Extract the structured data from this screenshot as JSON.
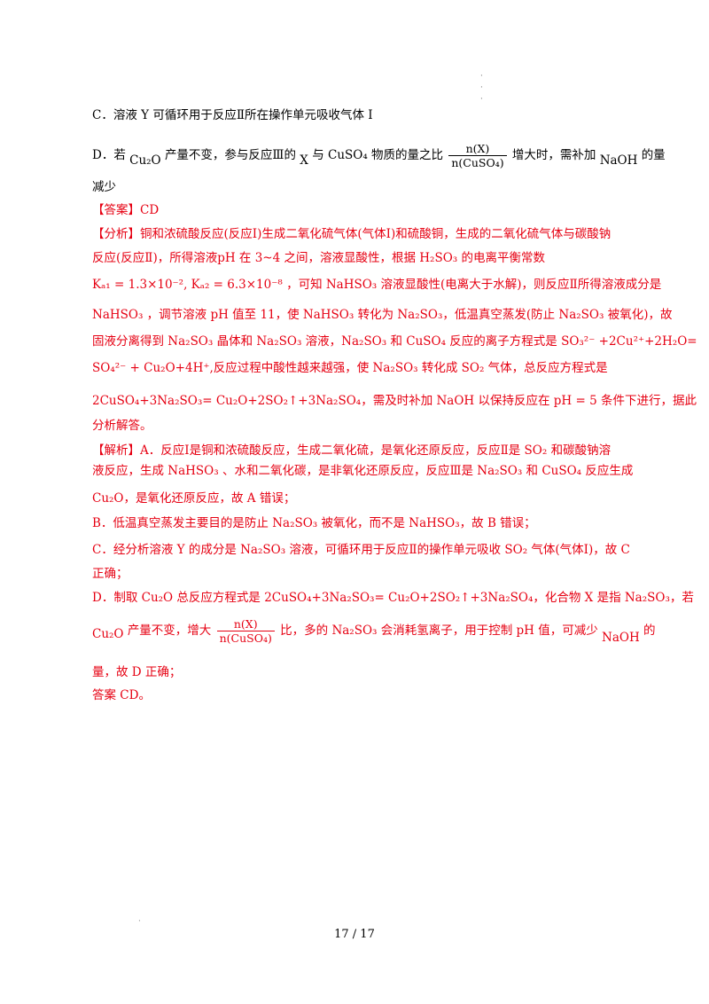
{
  "option_c": "C．溶液 Y 可循环用于反应Ⅱ所在操作单元吸收气体 I",
  "option_d": {
    "p1": "D．若",
    "p2": "Cu₂O",
    "p3": "产量不变，参与反应Ⅲ的",
    "p4": "X",
    "p5": "与",
    "p6": "CuSO₄",
    "p7": "物质的量之比",
    "frac_num": "n(X)",
    "frac_den": "n(CuSO₄)",
    "p8": "增大时，需补加",
    "p9": "NaOH",
    "p10": "的量",
    "p11": "减少"
  },
  "answer": "【答案】CD",
  "analysis": [
    "【分析】铜和浓硫酸反应(反应Ⅰ)生成二氧化硫气体(气体Ⅰ)和硫酸铜，生成的二氧化硫气体与碳酸钠",
    "反应(反应Ⅱ)，所得溶液pH 在 3~4 之间，溶液显酸性，根据 H₂SO₃ 的电离平衡常数",
    "Kₐ₁ = 1.3×10⁻², Kₐ₂ = 6.3×10⁻⁸ ，可知 NaHSO₃ 溶液显酸性(电离大于水解)，则反应Ⅱ所得溶液成分是",
    "NaHSO₃ ，调节溶液 pH 值至 11，使 NaHSO₃ 转化为 Na₂SO₃，低温真空蒸发(防止 Na₂SO₃ 被氧化)，故",
    "固液分离得到 Na₂SO₃ 晶体和 Na₂SO₃ 溶液，Na₂SO₃ 和 CuSO₄ 反应的离子方程式是 SO₃²⁻ +2Cu²⁺+2H₂O=",
    "SO₄²⁻ + Cu₂O+4H⁺,反应过程中酸性越来越强，使 Na₂SO₃ 转化成 SO₂ 气体，总反应方程式是",
    "2CuSO₄+3Na₂SO₃= Cu₂O+2SO₂↑+3Na₂SO₄，需及时补加 NaOH 以保持反应在 pH = 5 条件下进行，据此",
    "分析解答。"
  ],
  "solution": [
    "【解析】A．反应Ⅰ是铜和浓硫酸反应，生成二氧化硫，是氧化还原反应，反应Ⅱ是 SO₂ 和碳酸钠溶",
    "液反应，生成 NaHSO₃ 、水和二氧化碳，是非氧化还原反应，反应Ⅲ是 Na₂SO₃ 和 CuSO₄ 反应生成",
    "Cu₂O，是氧化还原反应，故 A 错误；",
    "B．低温真空蒸发主要目的是防止 Na₂SO₃ 被氧化，而不是 NaHSO₃，故 B 错误；",
    "C．经分析溶液 Y 的成分是 Na₂SO₃ 溶液，可循环用于反应Ⅱ的操作单元吸收 SO₂ 气体(气体Ⅰ)，故 C",
    "正确；",
    "D．制取 Cu₂O 总反应方程式是 2CuSO₄+3Na₂SO₃= Cu₂O+2SO₂↑+3Na₂SO₄，化合物 X 是指 Na₂SO₃，若"
  ],
  "solution_d2": {
    "p1": "Cu₂O",
    "p2": " 产量不变，增大",
    "frac_num": "n(X)",
    "frac_den": "n(CuSO₄)",
    "p3": "比，多的 Na₂SO₃ 会消耗氢离子，用于控制 pH 值，可减少",
    "p4": "NaOH",
    "p5": " 的"
  },
  "solution_tail": [
    "量，故 D 正确；",
    "答案 CD。"
  ],
  "footer": "17 / 17"
}
